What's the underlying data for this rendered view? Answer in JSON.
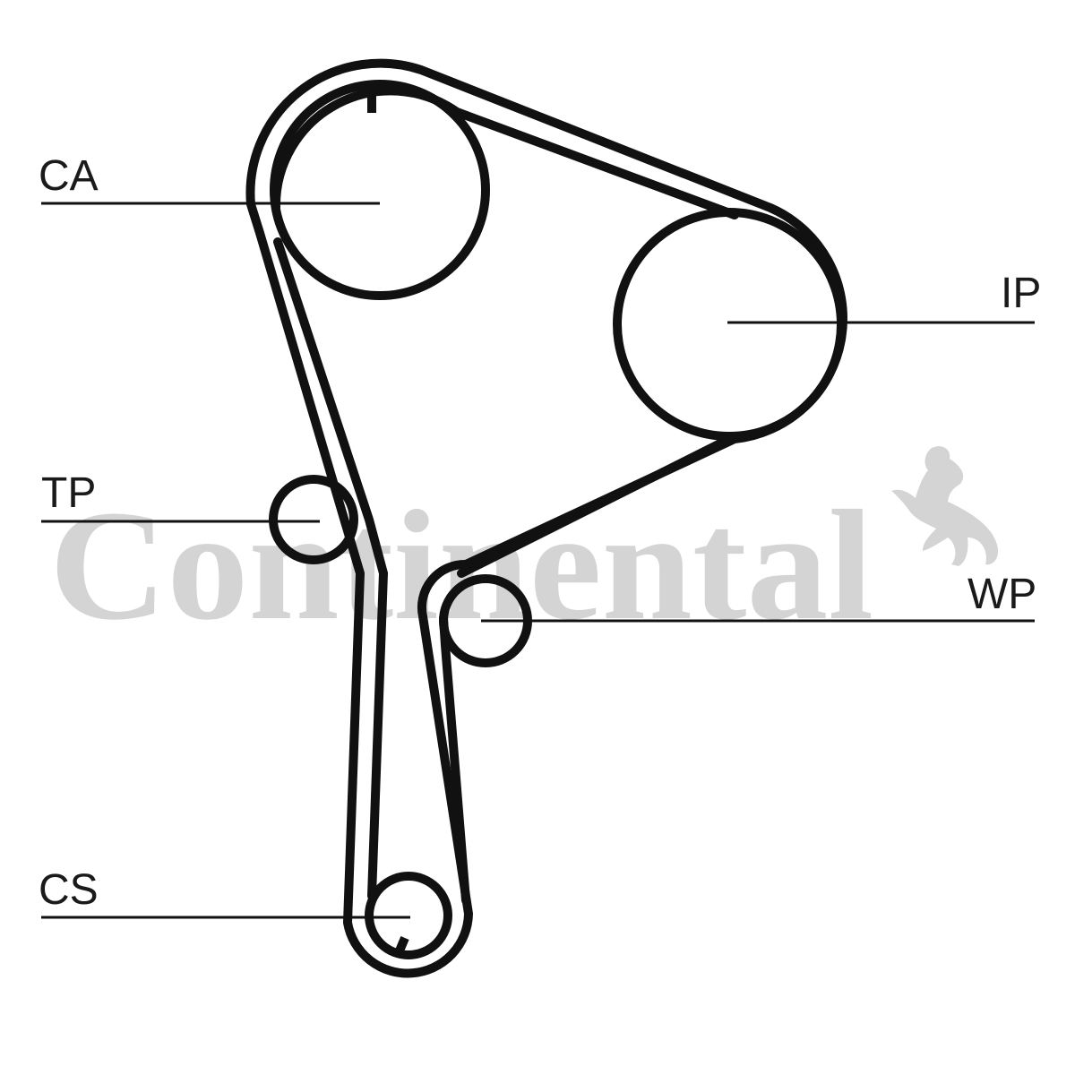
{
  "watermark": {
    "text": "Continental",
    "color": "#d4d4d4"
  },
  "colors": {
    "belt": "#111111",
    "line": "#111111",
    "text": "#1a1a1a"
  },
  "labels": {
    "ca": "CA",
    "ip": "IP",
    "tp": "TP",
    "wp": "WP",
    "cs": "CS"
  }
}
